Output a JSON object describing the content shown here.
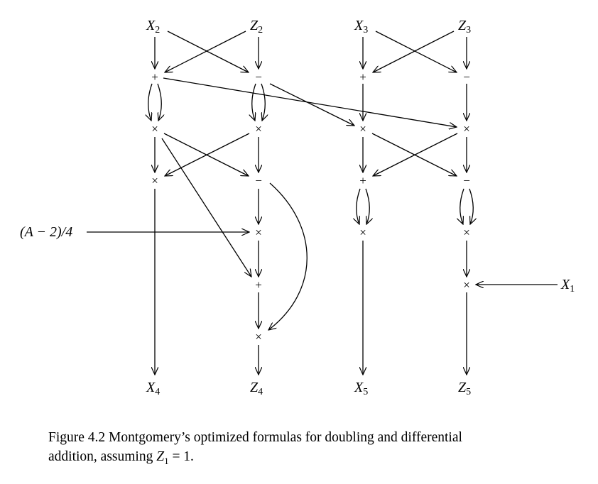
{
  "diagram": {
    "inputs": [
      {
        "base": "X",
        "sub": "2"
      },
      {
        "base": "Z",
        "sub": "2"
      },
      {
        "base": "X",
        "sub": "3"
      },
      {
        "base": "Z",
        "sub": "3"
      }
    ],
    "outputs": [
      {
        "base": "X",
        "sub": "4"
      },
      {
        "base": "Z",
        "sub": "4"
      },
      {
        "base": "X",
        "sub": "5"
      },
      {
        "base": "Z",
        "sub": "5"
      }
    ],
    "constant_input": "(A − 2)/4",
    "x1_input": {
      "base": "X",
      "sub": "1"
    },
    "operators": {
      "plus": "+",
      "minus": "−",
      "times": "×"
    }
  },
  "caption": {
    "figure_label": "Figure 4.2",
    "text_line1": "Montgomery’s optimized formulas for doubling and differential",
    "text_line2_prefix": "addition, assuming",
    "var_base": "Z",
    "var_sub": "1",
    "text_line2_suffix": " = 1."
  }
}
